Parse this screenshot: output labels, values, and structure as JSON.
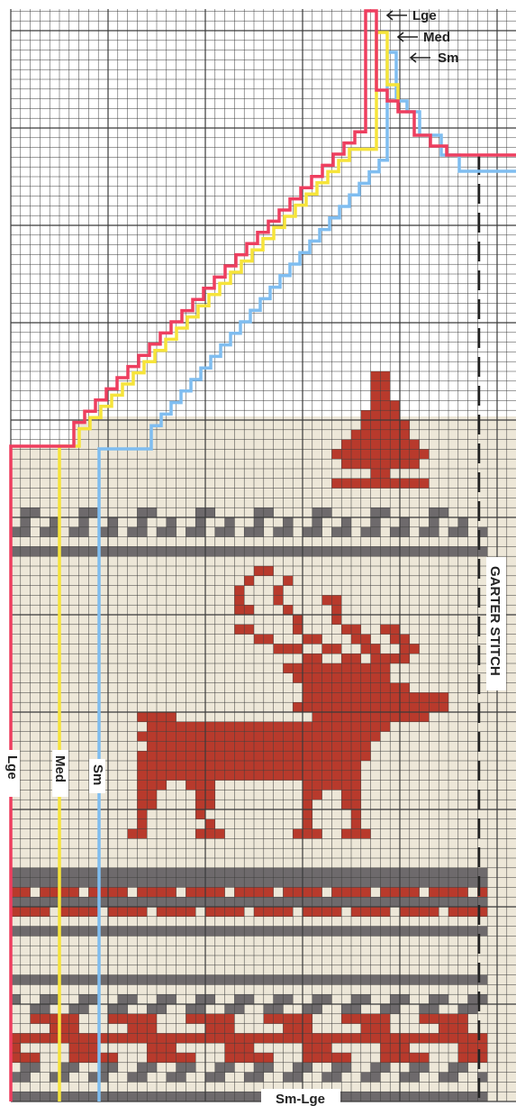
{
  "chart": {
    "size_labels": {
      "large": "Lge",
      "medium": "Med",
      "small": "Sm"
    },
    "side_label": "GARTER STITCH",
    "bottom_label": "Sm-Lge"
  },
  "colors": {
    "background": "#ffffff",
    "cream": "#ede7d8",
    "grid": "#3a3a3a",
    "red_motif": "#b83a2c",
    "grey_motif": "#6e6a6c",
    "large_outline": "#ee3e5f",
    "medium_outline": "#f6e43a",
    "small_outline": "#7fbdf0"
  },
  "motifs": [
    "tree",
    "reindeer",
    "zigzag-border",
    "dash-border"
  ]
}
